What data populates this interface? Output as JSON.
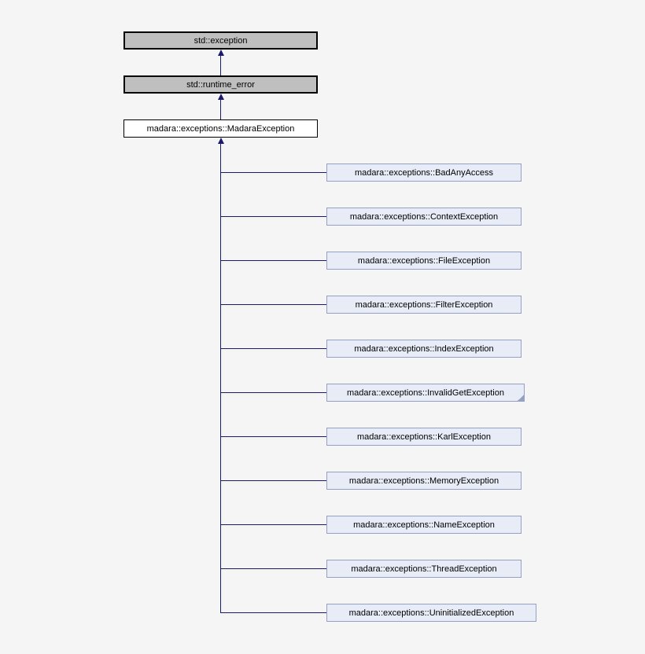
{
  "diagram": {
    "type": "inheritance-diagram",
    "ancestors": [
      {
        "label": "std::exception",
        "style": "external"
      },
      {
        "label": "std::runtime_error",
        "style": "external"
      },
      {
        "label": "madara::exceptions::MadaraException",
        "style": "current"
      }
    ],
    "children": [
      {
        "label": "madara::exceptions::BadAnyAccess",
        "truncated": false
      },
      {
        "label": "madara::exceptions::ContextException",
        "truncated": false
      },
      {
        "label": "madara::exceptions::FileException",
        "truncated": false
      },
      {
        "label": "madara::exceptions::FilterException",
        "truncated": false
      },
      {
        "label": "madara::exceptions::IndexException",
        "truncated": false
      },
      {
        "label": "madara::exceptions::InvalidGetException",
        "truncated": true
      },
      {
        "label": "madara::exceptions::KarlException",
        "truncated": false
      },
      {
        "label": "madara::exceptions::MemoryException",
        "truncated": false
      },
      {
        "label": "madara::exceptions::NameException",
        "truncated": false
      },
      {
        "label": "madara::exceptions::ThreadException",
        "truncated": false
      },
      {
        "label": "madara::exceptions::UninitializedException",
        "truncated": false
      }
    ],
    "colors": {
      "background": "#f5f5f5",
      "edge": "#191970",
      "external_fill": "#bfbfbf",
      "external_border": "#000000",
      "current_fill": "#ffffff",
      "current_border": "#000000",
      "subclass_fill": "#e8ecf7",
      "subclass_border": "#94a1c4"
    }
  }
}
